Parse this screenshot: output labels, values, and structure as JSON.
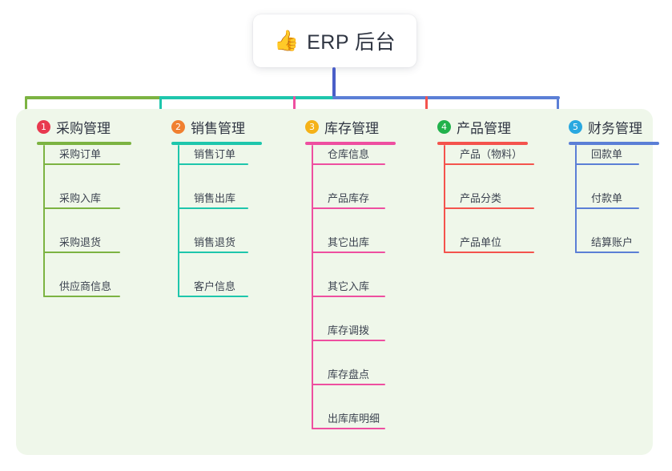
{
  "root": {
    "icon": "thumbs-up-icon",
    "emoji": "👍",
    "title": "ERP 后台"
  },
  "palette": {
    "panel_bg": "#eff7ea",
    "root_text": "#2f3542",
    "leaf_text": "#3c4350",
    "stem": "#4a5ec8"
  },
  "columns": [
    {
      "number": "1",
      "title": "采购管理",
      "badge_color": "#e8394f",
      "line_color": "#7cb342",
      "items": [
        {
          "label": "采购订单"
        },
        {
          "label": "采购入库"
        },
        {
          "label": "采购退货"
        },
        {
          "label": "供应商信息"
        }
      ]
    },
    {
      "number": "2",
      "title": "销售管理",
      "badge_color": "#f08030",
      "line_color": "#1ec6ac",
      "items": [
        {
          "label": "销售订单"
        },
        {
          "label": "销售出库"
        },
        {
          "label": "销售退货"
        },
        {
          "label": "客户信息"
        }
      ]
    },
    {
      "number": "3",
      "title": "库存管理",
      "badge_color": "#f5b218",
      "line_color": "#ee4fa0",
      "items": [
        {
          "label": "仓库信息"
        },
        {
          "label": "产品库存"
        },
        {
          "label": "其它出库"
        },
        {
          "label": "其它入库"
        },
        {
          "label": "库存调拨"
        },
        {
          "label": "库存盘点"
        },
        {
          "label": "出库库明细"
        }
      ]
    },
    {
      "number": "4",
      "title": "产品管理",
      "badge_color": "#22b24c",
      "line_color": "#f4534d",
      "items": [
        {
          "label": "产品（物料）"
        },
        {
          "label": "产品分类"
        },
        {
          "label": "产品单位"
        }
      ]
    },
    {
      "number": "5",
      "title": "财务管理",
      "badge_color": "#29a8e0",
      "line_color": "#5b7fd6",
      "items": [
        {
          "label": "回款单"
        },
        {
          "label": "付款单"
        },
        {
          "label": "结算账户"
        }
      ]
    }
  ]
}
